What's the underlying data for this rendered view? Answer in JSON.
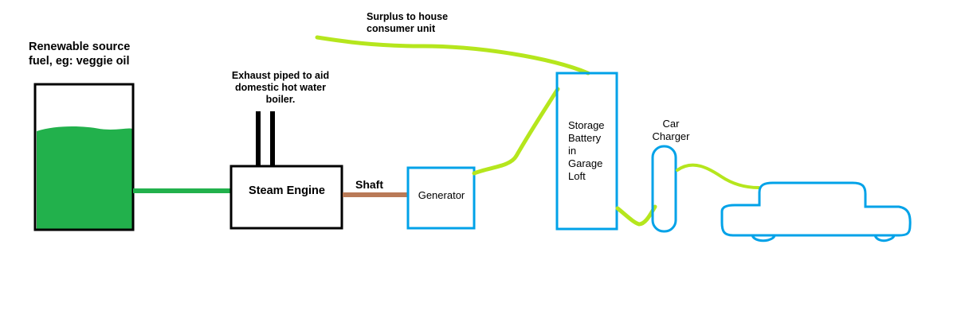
{
  "labels": {
    "fuel_source": "Renewable source\nfuel, eg: veggie oil",
    "exhaust": "Exhaust piped to aid\ndomestic hot water\nboiler.",
    "surplus": "Surplus to house\nconsumer unit",
    "steam_engine": "Steam Engine",
    "shaft": "Shaft",
    "generator": "Generator",
    "storage_battery": "Storage\nBattery\nin\nGarage\nLoft",
    "car_charger": "Car\nCharger"
  },
  "colors": {
    "outline_black": "#000000",
    "fuel_green": "#22b14c",
    "component_blue": "#00a2e8",
    "cable_lime": "#b5e61d",
    "shaft_brown": "#b97a57"
  }
}
